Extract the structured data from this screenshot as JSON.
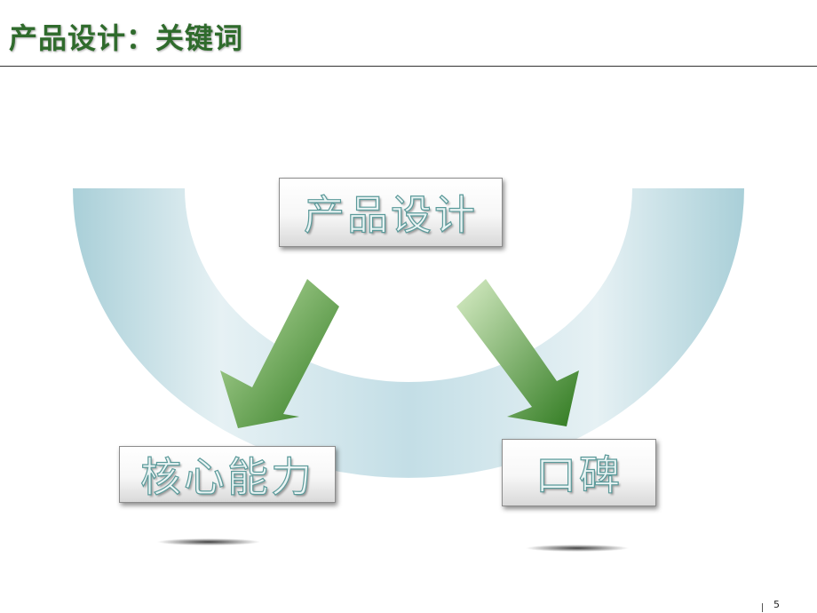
{
  "slide": {
    "title": "产品设计：关键词",
    "page_number": "5"
  },
  "diagram": {
    "top_box": "产品设计",
    "left_box": "核心能力",
    "right_box": "口碑",
    "arc_color": "#a9cfd8",
    "arrow_color": "#2f7a1f"
  }
}
